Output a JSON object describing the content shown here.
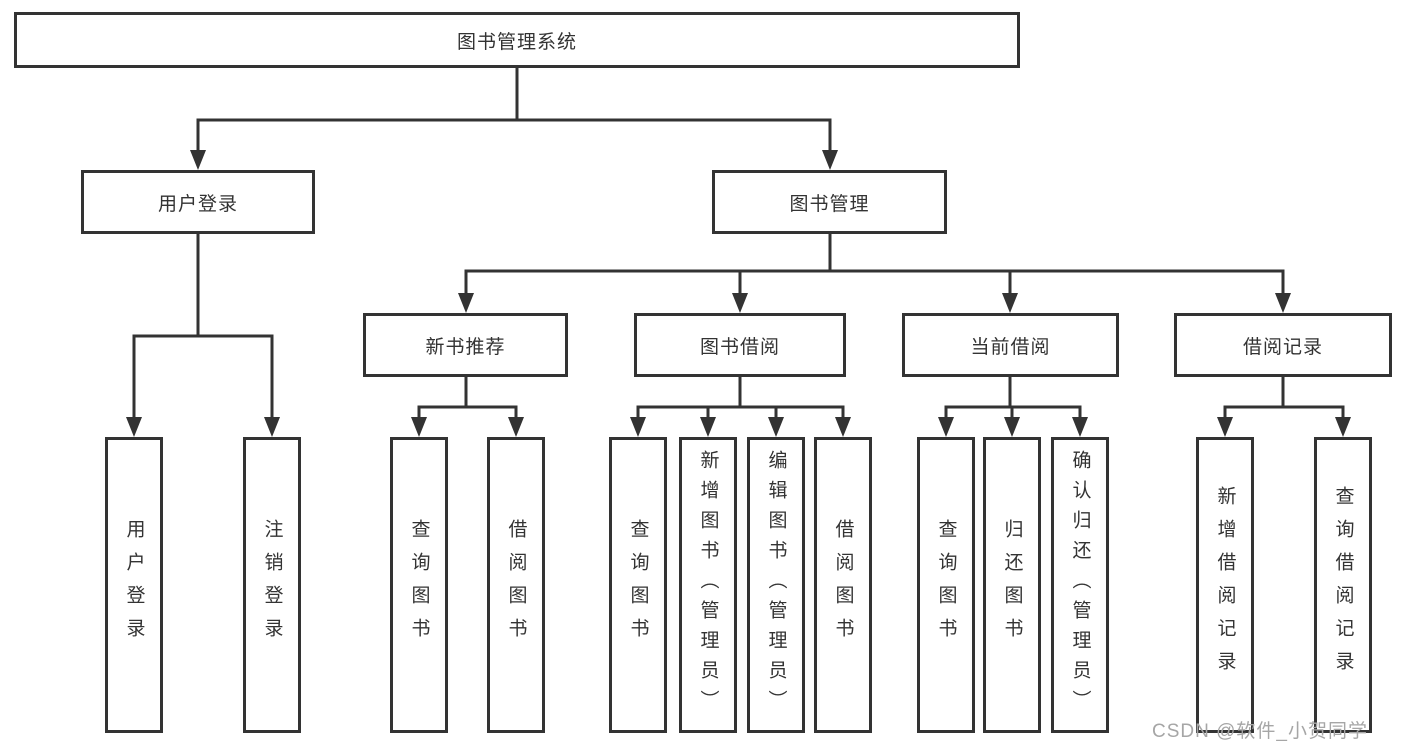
{
  "diagram_title": "图书管理系统",
  "watermark": "CSDN @软件_小贺同学",
  "nodes": {
    "root": "图书管理系统",
    "user_login": "用户登录",
    "book_mgmt": "图书管理",
    "new_book_rec": "新书推荐",
    "book_borrow": "图书借阅",
    "current_borrow": "当前借阅",
    "borrow_records": "借阅记录",
    "leaf_user_login": "用户登录",
    "leaf_logout": "注销登录",
    "leaf_nbr_query": "查询图书",
    "leaf_nbr_borrow": "借阅图书",
    "leaf_bb_query": "查询图书",
    "leaf_bb_add": "新增图书（管理员）",
    "leaf_bb_edit": "编辑图书（管理员）",
    "leaf_bb_borrow": "借阅图书",
    "leaf_cb_query": "查询图书",
    "leaf_cb_return": "归还图书",
    "leaf_cb_confirm": "确认归还（管理员）",
    "leaf_br_add": "新增借阅记录",
    "leaf_br_query": "查询借阅记录"
  },
  "hierarchy": {
    "图书管理系统": {
      "用户登录": [
        "用户登录",
        "注销登录"
      ],
      "图书管理": {
        "新书推荐": [
          "查询图书",
          "借阅图书"
        ],
        "图书借阅": [
          "查询图书",
          "新增图书（管理员）",
          "编辑图书（管理员）",
          "借阅图书"
        ],
        "当前借阅": [
          "查询图书",
          "归还图书",
          "确认归还（管理员）"
        ],
        "借阅记录": [
          "新增借阅记录",
          "查询借阅记录"
        ]
      }
    }
  },
  "colors": {
    "line": "#333333",
    "border": "#333333",
    "text": "#333333",
    "background": "#ffffff",
    "watermark": "#a6a6a6"
  }
}
